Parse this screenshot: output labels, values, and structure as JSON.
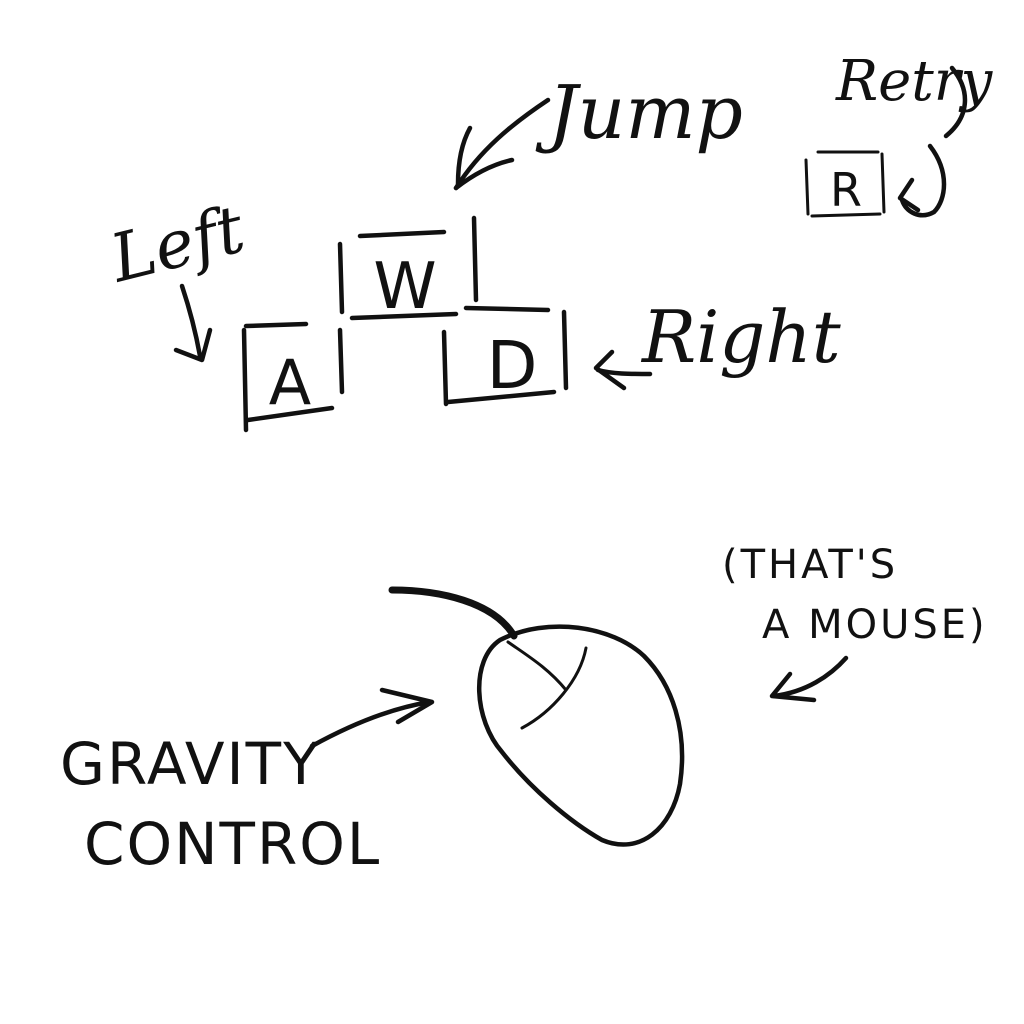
{
  "labels": {
    "left": "Left",
    "jump": "Jump",
    "right": "Right",
    "retry": "Retry",
    "gravity_line1": "GRAVITY",
    "gravity_line2": "CONTROL",
    "mouse_note_line1": "(THAT'S",
    "mouse_note_line2": "A MOUSE)"
  },
  "keys": {
    "a": "A",
    "w": "W",
    "d": "D",
    "r": "R"
  },
  "colors": {
    "ink": "#111111",
    "paper": "#ffffff"
  }
}
